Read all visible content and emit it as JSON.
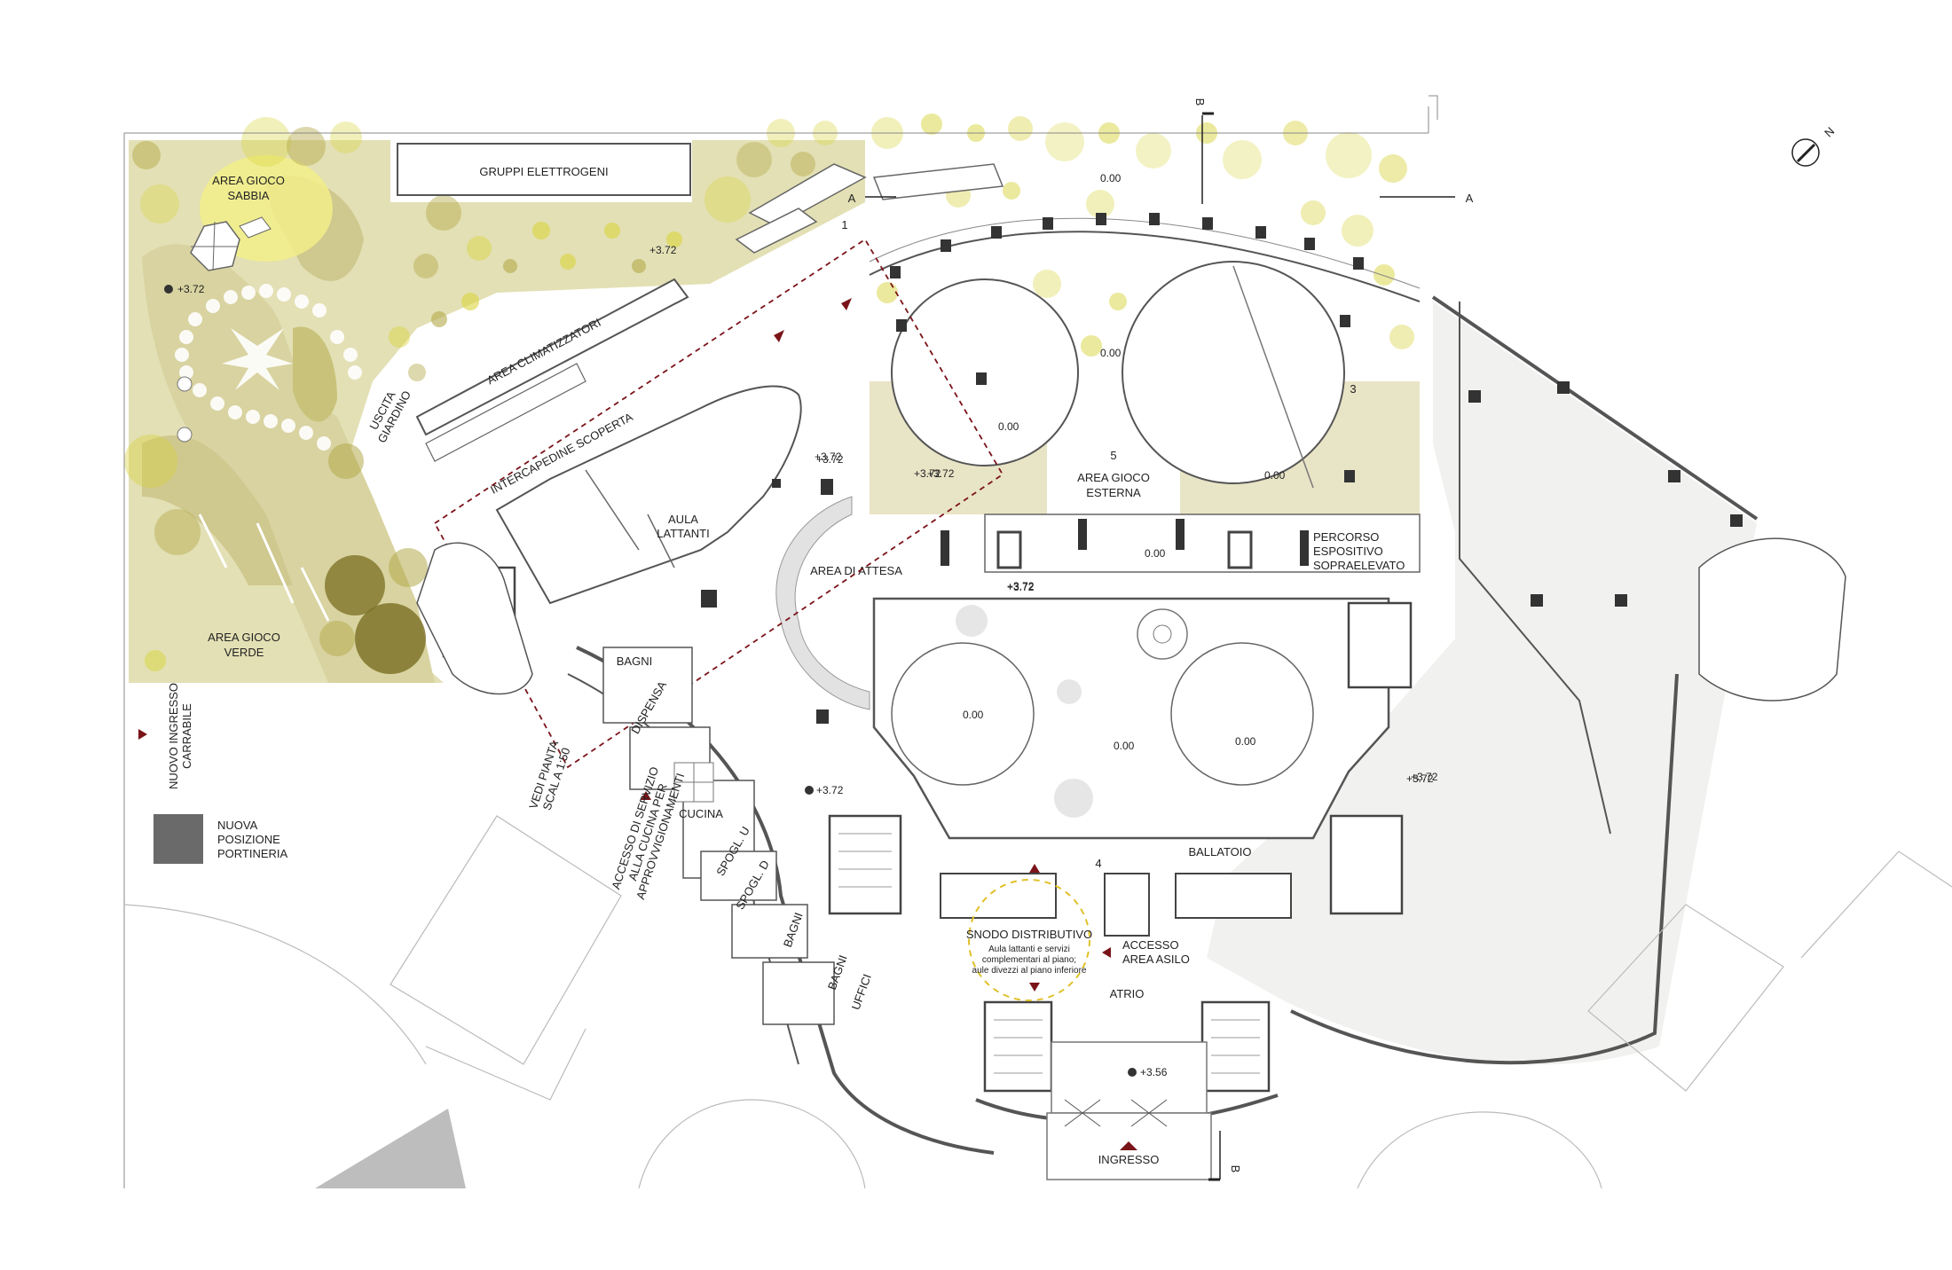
{
  "labels": {
    "sand_play": [
      "AREA GIOCO",
      "SABBIA"
    ],
    "generators": "GRUPPI ELETTROGENI",
    "garden_exit": [
      "USCITA",
      "GIARDINO"
    ],
    "ac_area": "AREA CLIMATIZZATORI",
    "gap": "INTERCAPEDINE SCOPERTA",
    "infant_room": [
      "AULA",
      "LATTANTI"
    ],
    "waiting": "AREA DI ATTESA",
    "green_play": [
      "AREA GIOCO",
      "VERDE"
    ],
    "ext_play": [
      "AREA GIOCO",
      "ESTERNA"
    ],
    "path": [
      "PERCORSO",
      "ESPOSITIVO",
      "SOPRAELEVATO"
    ],
    "baths1": "BAGNI",
    "pantry": "DISPENSA",
    "kitchen": "CUCINA",
    "locker_u": "SPOGL. U",
    "locker_d": "SPOGL. D",
    "baths2": "BAGNI",
    "baths3": "BAGNI",
    "offices": "UFFICI",
    "gallery": "BALLATOIO",
    "hub_title": "SNODO DISTRIBUTIVO",
    "hub_desc": [
      "Aula lattanti e servizi",
      "complementari al piano;",
      "aule divezzi al piano inferiore"
    ],
    "nursery_access": [
      "ACCESSO",
      "AREA ASILO"
    ],
    "atrium": "ATRIO",
    "entrance": "INGRESSO",
    "see_plan": [
      "VEDI PIANTA",
      "SCAL A 1:50"
    ],
    "service_access": [
      "ACCESSO DI SERVIZIO",
      "ALLA CUCINA PER",
      "APPROVVIGIONAMENTI"
    ],
    "vehicle_entrance": [
      "NUOVO INGRESSO",
      "CARRABILE"
    ],
    "gatehouse": [
      "NUOVA",
      "POSIZIONE",
      "PORTINERIA"
    ],
    "north": "N",
    "section_a": "A",
    "section_b": "B"
  },
  "levels": [
    "+3.72",
    "0.00",
    "+3.56"
  ],
  "view_markers": [
    "1",
    "3",
    "4",
    "5"
  ],
  "colors": {
    "garden": "#e3e0b5",
    "garden_dark": "#c9c27a",
    "tree": "#b3a94a",
    "tree_dark": "#7a6e22",
    "yellow": "#d8d33c",
    "wall": "#555555",
    "light_area": "#f1f1ef",
    "gatehouse": "#6a6a6a",
    "accent": "#7a1419",
    "dash_circle": "#e0c12a"
  }
}
